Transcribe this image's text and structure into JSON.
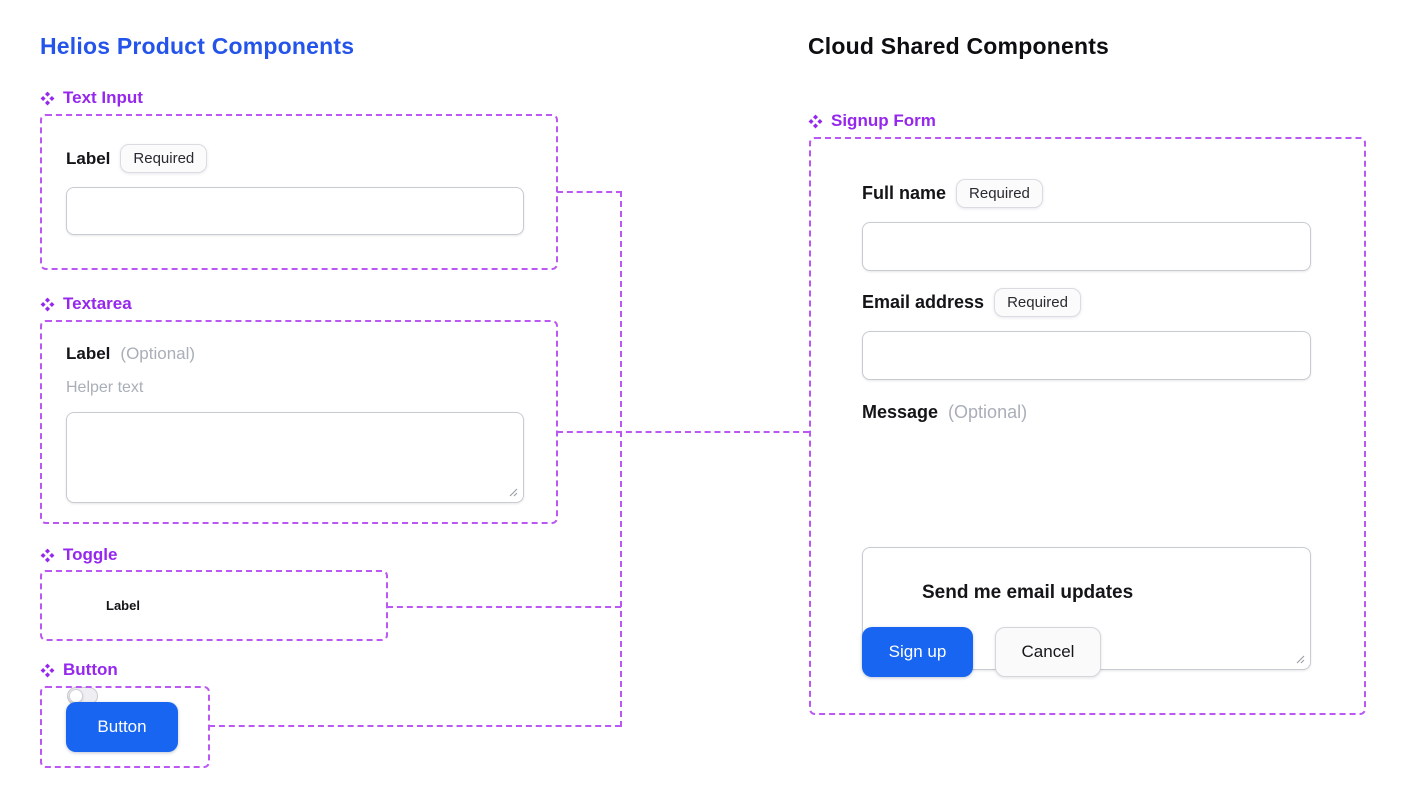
{
  "colors": {
    "heading_blue": "#2454ea",
    "heading_dark": "#0e0e12",
    "component_purple": "#9527ee",
    "dashed_purple": "#bb57f2",
    "button_blue": "#1765f0"
  },
  "left": {
    "title": "Helios Product Components",
    "text_input": {
      "name": "Text Input",
      "label": "Label",
      "badge": "Required"
    },
    "textarea": {
      "name": "Textarea",
      "label": "Label",
      "optional": "(Optional)",
      "helper": "Helper text"
    },
    "toggle": {
      "name": "Toggle",
      "label": "Label"
    },
    "button": {
      "name": "Button",
      "text": "Button"
    }
  },
  "right": {
    "title": "Cloud Shared Components",
    "form": {
      "name": "Signup Form",
      "full_name": {
        "label": "Full name",
        "badge": "Required"
      },
      "email": {
        "label": "Email address",
        "badge": "Required"
      },
      "message": {
        "label": "Message",
        "optional": "(Optional)"
      },
      "updates_label": "Send me email updates",
      "submit": "Sign up",
      "cancel": "Cancel"
    }
  }
}
